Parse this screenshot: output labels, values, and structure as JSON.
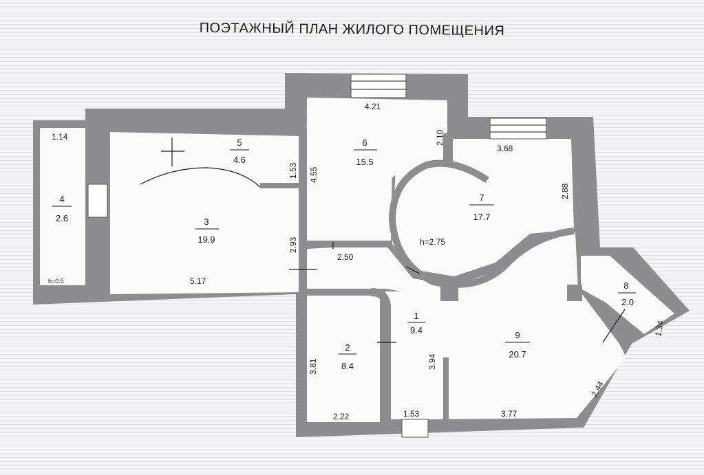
{
  "title": "ПОЭТАЖНЫЙ ПЛАН ЖИЛОГО ПОМЕЩЕНИЯ",
  "rooms": [
    {
      "number": "1",
      "area": "9.4"
    },
    {
      "number": "2",
      "area": "8.4"
    },
    {
      "number": "3",
      "area": "19.9"
    },
    {
      "number": "4",
      "area": "2.6"
    },
    {
      "number": "5",
      "area": "4.6"
    },
    {
      "number": "6",
      "area": "15.5"
    },
    {
      "number": "7",
      "area": "17.7"
    },
    {
      "number": "8",
      "area": "2.0"
    },
    {
      "number": "9",
      "area": "20.7"
    }
  ],
  "dimensions": {
    "d_1_14": "1.14",
    "d_4_21": "4.21",
    "d_2_10": "2.10",
    "d_3_68": "3.68",
    "d_1_53_top": "1.53",
    "d_4_55": "4.55",
    "d_2_88": "2.88",
    "d_2_93": "2.93",
    "d_2_50": "2.50",
    "d_5_17": "5.17",
    "d_3_81": "3.81",
    "d_3_94": "3.94",
    "d_1_34": "1.34",
    "d_2_44": "2.44",
    "d_2_22": "2.22",
    "d_1_53_bottom": "1.53",
    "d_3_77": "3.77"
  },
  "ceiling_height": "h=2.75",
  "balcony_height": "h=0.5"
}
